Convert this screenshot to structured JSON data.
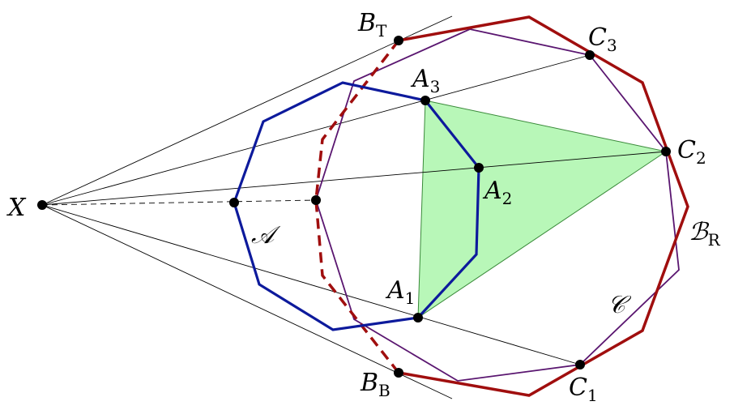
{
  "colors": {
    "polygon_A": "#0d1a9c",
    "polygon_B": "#a00e0e",
    "polygon_C": "#5a1670",
    "triangle_fill": "#b8f7b8",
    "triangle_stroke": "#3a8a3a",
    "rays": "#000000",
    "points": "#000000"
  },
  "labels": {
    "X": {
      "main": "X",
      "sub": ""
    },
    "B_T": {
      "main": "B",
      "sub": "T"
    },
    "B_B": {
      "main": "B",
      "sub": "B"
    },
    "B_R": {
      "main": "ℬ",
      "sub": "R"
    },
    "C1": {
      "main": "C",
      "sub": "1"
    },
    "C2": {
      "main": "C",
      "sub": "2"
    },
    "C3": {
      "main": "C",
      "sub": "3"
    },
    "A1": {
      "main": "A",
      "sub": "1"
    },
    "A2": {
      "main": "A",
      "sub": "2"
    },
    "A3": {
      "main": "A",
      "sub": "3"
    },
    "A_cal": {
      "main": "𝒜",
      "sub": ""
    },
    "C_cal": {
      "main": "𝒞",
      "sub": ""
    }
  }
}
